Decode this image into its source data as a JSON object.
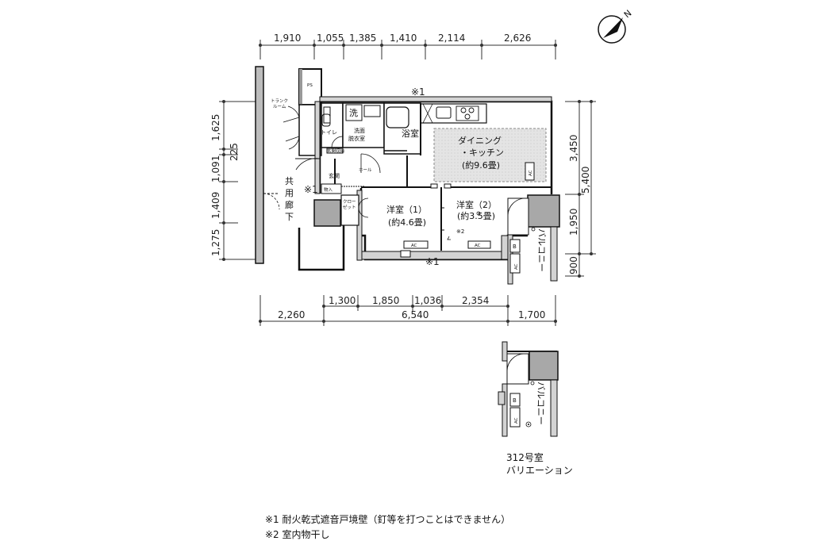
{
  "compass": {
    "north": "N"
  },
  "dims_top": [
    "1,910",
    "1,055",
    "1,385",
    "1,410",
    "2,114",
    "2,626"
  ],
  "dims_bottom_inner": [
    "1,300",
    "1,850",
    "1,036",
    "2,354"
  ],
  "dims_bottom_outer": [
    "2,260",
    "6,540",
    "1,700"
  ],
  "dims_left": [
    "1,625",
    "225",
    "1,091",
    "1,409",
    "1,275"
  ],
  "dims_right_inner": [
    "3,450",
    "1,950",
    "900"
  ],
  "dims_right_outer": [
    "5,400"
  ],
  "rooms": {
    "ps": "PS",
    "trunk_room": [
      "トランク",
      "ルーム"
    ],
    "toilet": "トイレ",
    "washer": "洗",
    "washroom": [
      "洗面",
      "脱衣室"
    ],
    "bathroom": "浴室",
    "dining_kitchen": [
      "ダイニング",
      "・キッチン",
      "(約9.6畳)"
    ],
    "shoe_storage": "玄関収納",
    "entrance": "玄関",
    "hall": "ホール",
    "storage": "物入",
    "closet": [
      "クロー",
      "ゼット"
    ],
    "western_room_1": [
      "洋室（1）",
      "(約4.6畳)"
    ],
    "western_room_2": [
      "洋室（2）",
      "(約3.5畳)"
    ],
    "balcony": "バルコニー",
    "common_corridor": [
      "共",
      "用",
      "廊",
      "下"
    ],
    "ac": "AC",
    "b": "B"
  },
  "marks": {
    "note1": "※1",
    "note2": "※2"
  },
  "variation": {
    "balcony": "バルコニー",
    "caption": [
      "312号室",
      "バリエーション"
    ]
  },
  "notes": [
    "※1 耐火乾式遮音戸境壁（釘等を打つことはできません）",
    "※2 室内物干し"
  ]
}
